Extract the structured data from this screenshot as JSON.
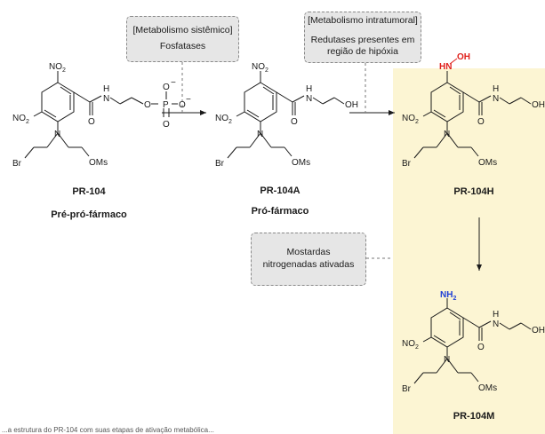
{
  "boxes": {
    "systemic": {
      "line1": "[Metabolismo sistêmico]",
      "line2": "Fosfatases"
    },
    "intratumoral": {
      "line1": "[Metabolismo intratumoral]",
      "line2": "Redutases presentes em",
      "line3": "região de hipóxia"
    },
    "mustards": {
      "line1": "Mostardas",
      "line2": "nitrogenadas ativadas"
    }
  },
  "compounds": {
    "pr104": {
      "name": "PR-104",
      "role": "Pré-pró-fármaco"
    },
    "pr104a": {
      "name": "PR-104A",
      "role": "Pró-fármaco"
    },
    "pr104h": {
      "name": "PR-104H"
    },
    "pr104m": {
      "name": "PR-104M"
    }
  },
  "atoms": {
    "no2": "NO",
    "no2_sub": "2",
    "n": "N",
    "h": "H",
    "o": "O",
    "p": "P",
    "oh": "OH",
    "br": "Br",
    "oms": "OMs",
    "minus": "−",
    "hn_oh_hn": "HN",
    "hn_oh_oh": "OH",
    "nh2_nh": "NH",
    "nh2_sub": "2"
  },
  "colors": {
    "highlight": "#fcf5d3",
    "box_fill": "#e6e6e6",
    "hydroxylamine": "#e0201b",
    "amine": "#1f3fd6"
  },
  "caption": "...a estrutura do PR-104 com suas etapas de ativação metabólica..."
}
